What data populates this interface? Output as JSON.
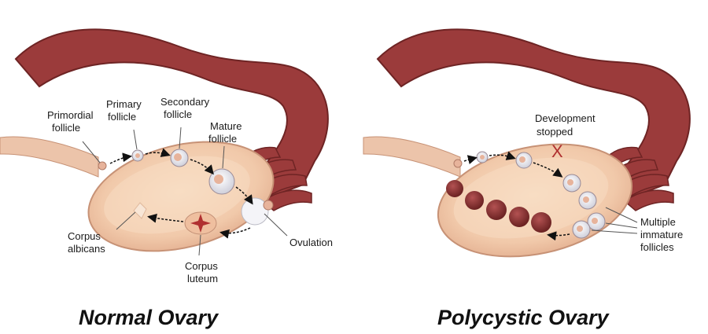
{
  "colors": {
    "tube": "#9b3b3b",
    "tube_dark": "#6e2424",
    "ovary_fill": "#f0c8a8",
    "ovary_center": "#f7dcc0",
    "ovary_edge": "#c79276",
    "ligament": "#ecc4aa",
    "follicle_ring": "#e8e8ef",
    "cyst": "#7a2a2a",
    "arrow": "#111111",
    "cross": "#b03030"
  },
  "normal": {
    "title": "Normal Ovary",
    "labels": {
      "primordial_line1": "Primordial",
      "primordial_line2": "follicle",
      "primary_line1": "Primary",
      "primary_line2": "follicle",
      "secondary_line1": "Secondary",
      "secondary_line2": "follicle",
      "mature_line1": "Mature",
      "mature_line2": "follicle",
      "ovulation": "Ovulation",
      "luteum_line1": "Corpus",
      "luteum_line2": "luteum",
      "albicans_line1": "Corpus",
      "albicans_line2": "albicans"
    }
  },
  "polycystic": {
    "title": "Polycystic Ovary",
    "labels": {
      "development_line1": "Development",
      "development_line2": "stopped",
      "stop_mark": "X",
      "multiple_line1": "Multiple",
      "multiple_line2": "immature",
      "multiple_line3": "follicles"
    }
  }
}
